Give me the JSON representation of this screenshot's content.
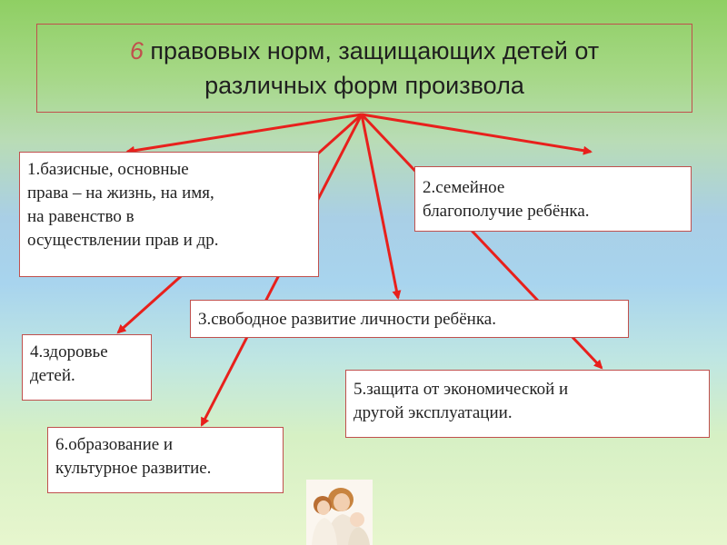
{
  "title": {
    "number": "6",
    "line1": " правовых норм, защищающих детей от",
    "line2": "различных форм произвола"
  },
  "nodes": {
    "n1": [
      "1.базисные, основные",
      "права – на жизнь, на имя,",
      "на равенство в",
      "осуществлении прав и др."
    ],
    "n2": [
      "2.семейное",
      "благополучие ребёнка."
    ],
    "n3": "3.свободное развитие личности ребёнка.",
    "n4": [
      "4.здоровье",
      "детей."
    ],
    "n5": [
      "5.защита от экономической и",
      "другой эксплуатации."
    ],
    "n6": [
      "6.образование и",
      "культурное развитие."
    ]
  },
  "colors": {
    "arrow": "#e8201c",
    "border": "#c0504d"
  },
  "icons": {
    "photo": "mother-and-children-photo"
  }
}
